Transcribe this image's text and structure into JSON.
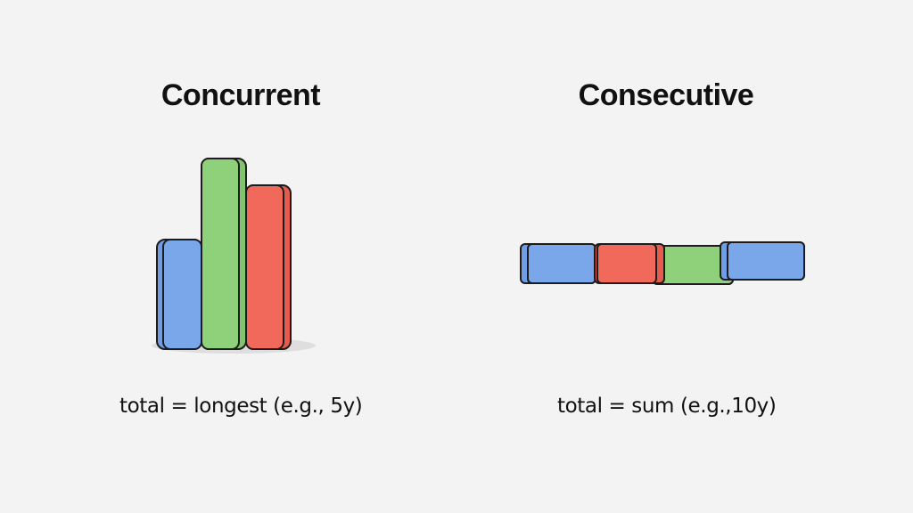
{
  "panels": {
    "concurrent": {
      "title": "Concurrent",
      "caption": "total = longest (e.g., 5y)"
    },
    "consecutive": {
      "title": "Consecutive",
      "caption": "total = sum (e.g.,10y)"
    }
  },
  "colors": {
    "background": "#f3f3f3",
    "blue": "#7aa7ea",
    "green": "#8fd17b",
    "red": "#f0695a",
    "outline": "#1c1c1c",
    "shadow": "#dedede"
  }
}
